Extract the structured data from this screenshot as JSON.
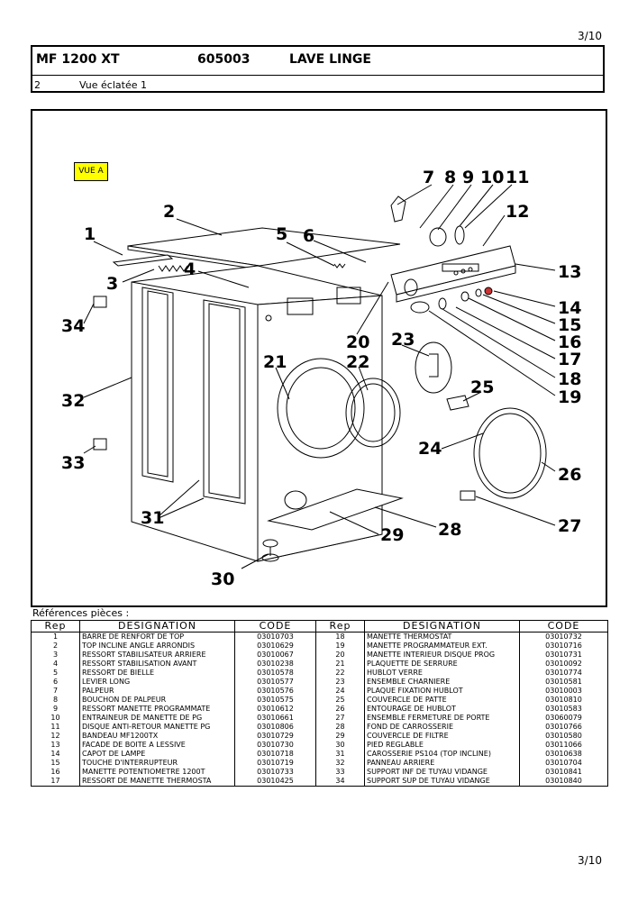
{
  "page_number": "3/10",
  "header": {
    "model": "MF 1200 XT",
    "code": "605003",
    "title": "LAVE LINGE",
    "section_number": "2",
    "section_title": "Vue éclatée 1"
  },
  "diagram": {
    "view_label": "VUE A",
    "part_numbers": [
      "1",
      "2",
      "3",
      "4",
      "5",
      "6",
      "7",
      "8",
      "9",
      "10",
      "11",
      "12",
      "13",
      "14",
      "15",
      "16",
      "17",
      "18",
      "19",
      "20",
      "21",
      "22",
      "23",
      "24",
      "25",
      "26",
      "27",
      "28",
      "29",
      "30",
      "31",
      "32",
      "33",
      "34"
    ]
  },
  "references": {
    "title": "Références pièces  :",
    "headers": [
      "Rep",
      "DESIGNATION",
      "CODE",
      "Rep",
      "DESIGNATION",
      "CODE"
    ],
    "rows": [
      [
        "1",
        "BARRE DE RENFORT DE TOP",
        "03010703",
        "18",
        "MANETTE THERMOSTAT",
        "03010732"
      ],
      [
        "2",
        "TOP INCLINE ANGLE ARRONDIS",
        "03010629",
        "19",
        "MANETTE PROGRAMMATEUR EXT.",
        "03010716"
      ],
      [
        "3",
        "RESSORT STABILISATEUR ARRIERE",
        "03010067",
        "20",
        "MANETTE INTERIEUR DISQUE PROG",
        "03010731"
      ],
      [
        "4",
        "RESSORT STABILISATION AVANT",
        "03010238",
        "21",
        "PLAQUETTE DE SERRURE",
        "03010092"
      ],
      [
        "5",
        "RESSORT DE BIELLE",
        "03010578",
        "22",
        "HUBLOT VERRE",
        "03010774"
      ],
      [
        "6",
        "LEVIER LONG",
        "03010577",
        "23",
        "ENSEMBLE CHARNIERE",
        "03010581"
      ],
      [
        "7",
        "PALPEUR",
        "03010576",
        "24",
        "PLAQUE FIXATION HUBLOT",
        "03010003"
      ],
      [
        "8",
        "BOUCHON DE PALPEUR",
        "03010575",
        "25",
        "COUVERCLE DE PATTE",
        "03010810"
      ],
      [
        "9",
        "RESSORT MANETTE PROGRAMMATE",
        "03010612",
        "26",
        "ENTOURAGE DE HUBLOT",
        "03010583"
      ],
      [
        "10",
        "ENTRAINEUR DE MANETTE DE PG",
        "03010661",
        "27",
        "ENSEMBLE FERMETURE DE PORTE",
        "03060079"
      ],
      [
        "11",
        "DISQUE ANTI-RETOUR  MANETTE PG",
        "03010806",
        "28",
        "FOND DE CARROSSERIE",
        "03010766"
      ],
      [
        "12",
        "BANDEAU MF1200TX",
        "03010729",
        "29",
        "COUVERCLE DE FILTRE",
        "03010580"
      ],
      [
        "13",
        "FACADE DE BOITE A LESSIVE",
        "03010730",
        "30",
        "PIED REGLABLE",
        "03011066"
      ],
      [
        "14",
        "CAPOT DE LAMPE",
        "03010718",
        "31",
        "CAROSSERIE PS104 (TOP INCLINE)",
        "03010638"
      ],
      [
        "15",
        "TOUCHE D'INTERRUPTEUR",
        "03010719",
        "32",
        "PANNEAU ARRIERE",
        "03010704"
      ],
      [
        "16",
        "MANETTE POTENTIOMETRE 1200T",
        "03010733",
        "33",
        "SUPPORT INF DE TUYAU VIDANGE",
        "03010841"
      ],
      [
        "17",
        "RESSORT DE MANETTE THERMOSTA",
        "03010425",
        "34",
        "SUPPORT SUP DE TUYAU VIDANGE",
        "03010840"
      ]
    ]
  }
}
